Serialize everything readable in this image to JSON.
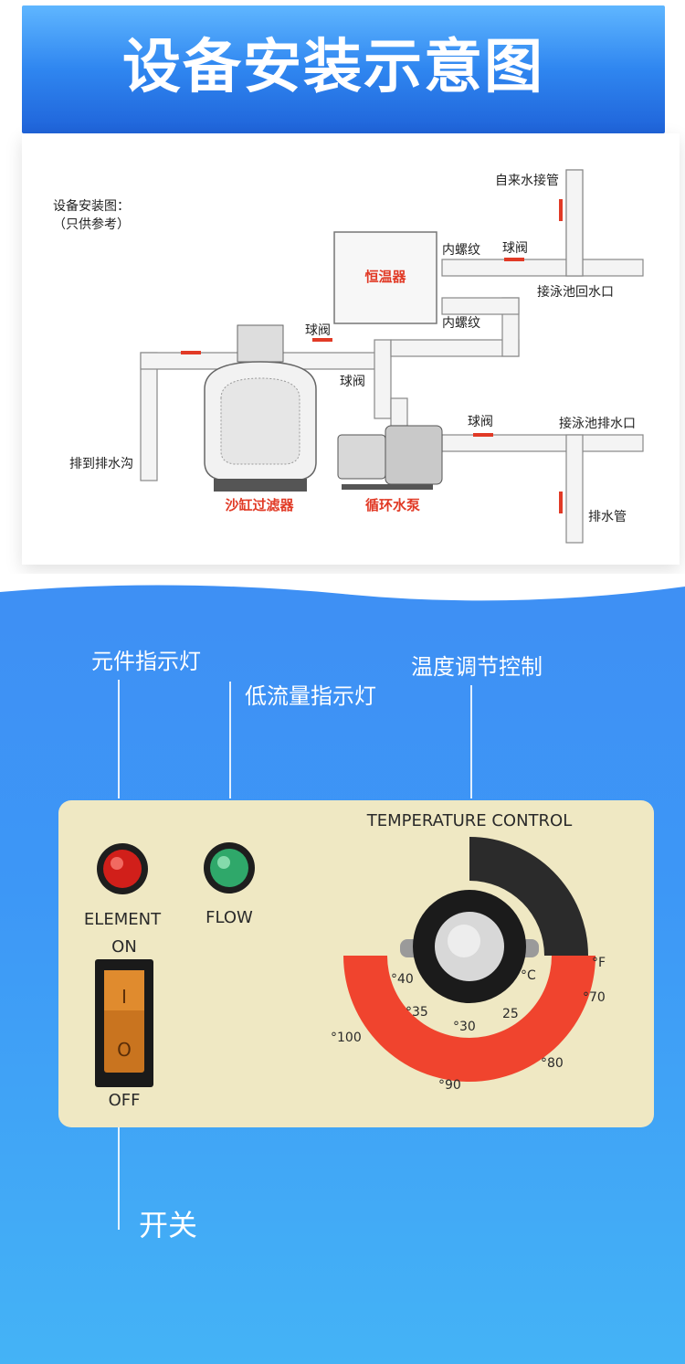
{
  "header": {
    "title": "设备安装示意图"
  },
  "diagram": {
    "caption_line1": "设备安装图：",
    "caption_line2": "（只供参考）",
    "heater": "恒温器",
    "sand_filter": "沙缸过滤器",
    "pump": "循环水泵",
    "labels": {
      "tap_pipe": "自来水接管",
      "inner_thread_top": "内螺纹",
      "inner_thread_bottom": "内螺纹",
      "ball_valve_top": "球阀",
      "ball_valve_filter": "球阀",
      "ball_valve_mid": "球阀",
      "ball_valve_pump": "球阀",
      "pool_return": "接泳池回水口",
      "pool_drain": "接泳池排水口",
      "to_drain": "排到排水沟",
      "drain_pipe": "排水管"
    }
  },
  "panel_section": {
    "callouts": {
      "element_light": "元件指示灯",
      "flow_light": "低流量指示灯",
      "temp_control": "温度调节控制",
      "switch": "开关"
    },
    "panel": {
      "temp_title": "TEMPERATURE CONTROL",
      "element_label": "ELEMENT",
      "flow_label": "FLOW",
      "on_label": "ON",
      "off_label": "OFF",
      "switch_on_mark": "I",
      "switch_off_mark": "O",
      "celsius": "°C",
      "fahrenheit": "°F",
      "c_ticks": [
        "°40",
        "°35",
        "°30",
        "25"
      ],
      "f_ticks": [
        "°100",
        "°90",
        "°80",
        "°70"
      ]
    }
  },
  "colors": {
    "header_blue": "#2f86f0",
    "accent_red": "#e13a26",
    "panel_bg": "#efe8c3",
    "dial_red": "#f0442e",
    "dial_black": "#2b2b2b"
  }
}
